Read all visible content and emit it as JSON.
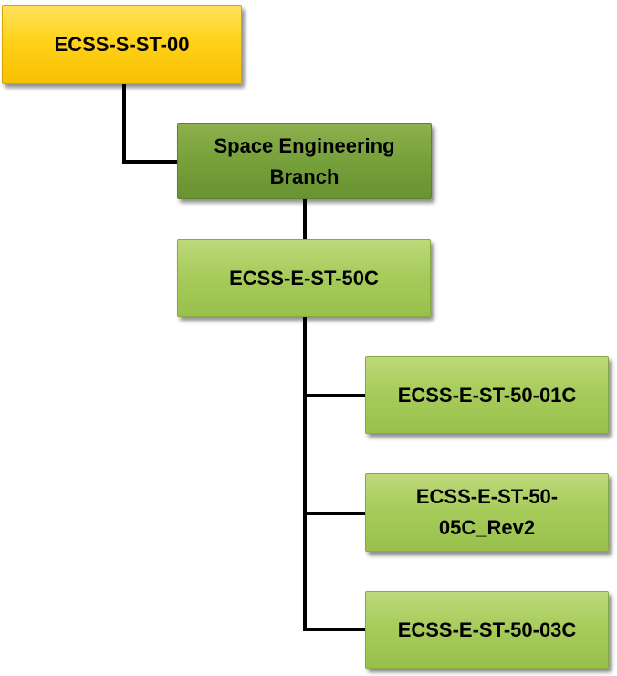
{
  "diagram": {
    "nodes": {
      "root": "ECSS-S-ST-00",
      "branch_line1": "Space Engineering",
      "branch_line2": "Branch",
      "e_st_50c": "ECSS-E-ST-50C",
      "e_st_50_01c": "ECSS-E-ST-50-01C",
      "e_st_50_05c_line1": "ECSS-E-ST-50-",
      "e_st_50_05c_line2": "05C_Rev2",
      "e_st_50_03c": "ECSS-E-ST-50-03C"
    },
    "colors": {
      "root_fill": "#ffd21a",
      "branch_fill": "#76a03b",
      "leaf_fill": "#a8cc5c",
      "connector": "#000000"
    }
  }
}
